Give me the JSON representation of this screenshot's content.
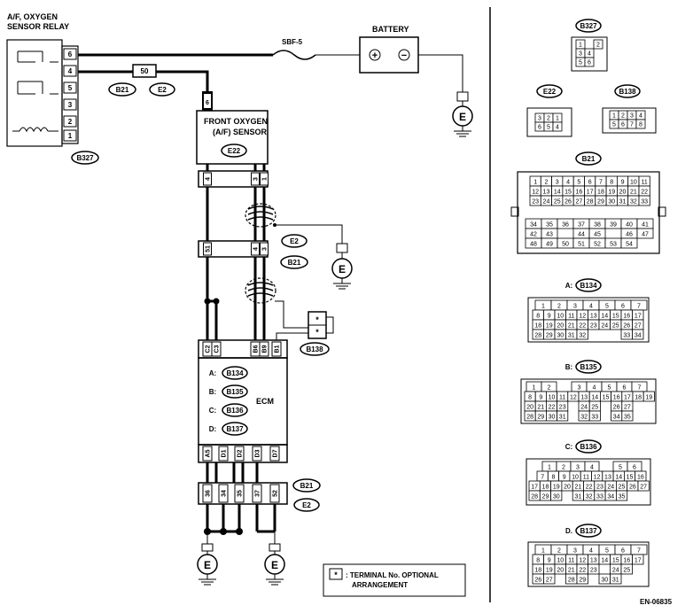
{
  "relay": {
    "title_line1": "A/F, OXYGEN",
    "title_line2": "SENSOR RELAY",
    "pins": [
      "6",
      "4",
      "5",
      "3",
      "2",
      "1"
    ],
    "connector": "B327"
  },
  "fuse": {
    "label": "SBF-5"
  },
  "battery": {
    "label": "BATTERY",
    "plus": "+",
    "minus": "−"
  },
  "ground_symbol": "E",
  "junction": {
    "num": "50",
    "conn_a": "B21",
    "conn_b": "E2"
  },
  "e22_plug_pin": "6",
  "sensor": {
    "line1": "FRONT OXYGEN",
    "line2": "(A/F) SENSOR",
    "connector": "E22"
  },
  "strip1": {
    "pins": [
      "4",
      "3",
      "1"
    ]
  },
  "shield_conn_a": "E2",
  "strip2": {
    "pins": [
      "51",
      "4",
      "3"
    ]
  },
  "shield_conn_b": "B21",
  "optional_plug": {
    "pins": [
      "*",
      "*"
    ],
    "connector": "B138"
  },
  "ecm": {
    "title": "ECM",
    "top_pins": [
      "C2",
      "C3",
      "B6",
      "B9",
      "B1"
    ],
    "rows": [
      {
        "prefix": "A:",
        "conn": "B134"
      },
      {
        "prefix": "B:",
        "conn": "B135"
      },
      {
        "prefix": "C:",
        "conn": "B136"
      },
      {
        "prefix": "D:",
        "conn": "B137"
      }
    ],
    "bottom_pins": [
      "A5",
      "D1",
      "D2",
      "D3",
      "D7"
    ]
  },
  "bottom_strip": {
    "pins": [
      "36",
      "34",
      "35",
      "37",
      "52"
    ],
    "conn_a": "B21",
    "conn_b": "E2"
  },
  "legend": {
    "star": "*",
    "line1": ": TERMINAL No. OPTIONAL",
    "line2": "ARRANGEMENT"
  },
  "figure_code": "EN-06835",
  "right": {
    "b327": {
      "name": "B327",
      "rows": [
        [
          "1",
          "",
          "2"
        ],
        [
          "3",
          "4"
        ],
        [
          "5",
          "6"
        ]
      ]
    },
    "e22": {
      "name": "E22",
      "rows": [
        [
          "3",
          "2",
          "1"
        ],
        [
          "6",
          "5",
          "4"
        ]
      ]
    },
    "b138": {
      "name": "B138",
      "rows": [
        [
          "1",
          "2",
          "3",
          "4"
        ],
        [
          "5",
          "6",
          "7",
          "8"
        ]
      ]
    },
    "b21": {
      "name": "B21",
      "rows_top": [
        [
          "1",
          "2",
          "3",
          "4",
          "5",
          "6",
          "7",
          "8",
          "9",
          "10",
          "11"
        ],
        [
          "12",
          "13",
          "14",
          "15",
          "16",
          "17",
          "18",
          "19",
          "20",
          "21",
          "22"
        ],
        [
          "23",
          "24",
          "25",
          "26",
          "27",
          "28",
          "29",
          "30",
          "31",
          "32",
          "33"
        ]
      ],
      "rows_bot": [
        [
          "34",
          "35",
          "36",
          "37",
          "38",
          "39",
          "40",
          "41"
        ],
        [
          "42",
          "43",
          "",
          "44",
          "45",
          "",
          "46",
          "47"
        ],
        [
          "48",
          "49",
          "50",
          "51",
          "52",
          "53",
          "54"
        ]
      ]
    },
    "b134": {
      "prefix": "A:",
      "name": "B134",
      "rows": [
        [
          "1",
          "2",
          "3",
          "4",
          "5",
          "6",
          "7"
        ],
        [
          "8",
          "9",
          "10",
          "11",
          "12",
          "13",
          "14",
          "15",
          "16",
          "17"
        ],
        [
          "18",
          "19",
          "20",
          "21",
          "22",
          "23",
          "24",
          "25",
          "26",
          "27"
        ],
        [
          "28",
          "29",
          "30",
          "31",
          "32",
          "",
          "",
          "",
          "33",
          "34"
        ]
      ]
    },
    "b135": {
      "prefix": "B:",
      "name": "B135",
      "rows": [
        [
          "1",
          "2",
          "",
          "3",
          "4",
          "5",
          "6",
          "7"
        ],
        [
          "8",
          "9",
          "10",
          "11",
          "12",
          "13",
          "14",
          "15",
          "16",
          "17",
          "18",
          "19"
        ],
        [
          "20",
          "21",
          "22",
          "23",
          "",
          "24",
          "25",
          "",
          "26",
          "27"
        ],
        [
          "28",
          "29",
          "30",
          "31",
          "",
          "32",
          "33",
          "",
          "34",
          "35"
        ]
      ]
    },
    "b136": {
      "prefix": "C:",
      "name": "B136",
      "rows": [
        [
          "1",
          "2",
          "3",
          "4",
          "",
          "5",
          "6"
        ],
        [
          "7",
          "8",
          "9",
          "10",
          "11",
          "12",
          "13",
          "14",
          "15",
          "16"
        ],
        [
          "17",
          "18",
          "19",
          "20",
          "21",
          "22",
          "23",
          "24",
          "25",
          "26",
          "27"
        ],
        [
          "28",
          "29",
          "30",
          "",
          "31",
          "32",
          "33",
          "34",
          "35"
        ]
      ]
    },
    "b137": {
      "prefix": "D.",
      "name": "B137",
      "rows": [
        [
          "1",
          "2",
          "3",
          "4",
          "5",
          "6",
          "7"
        ],
        [
          "8",
          "9",
          "10",
          "11",
          "12",
          "13",
          "14",
          "15",
          "16",
          "17"
        ],
        [
          "18",
          "19",
          "20",
          "21",
          "22",
          "23",
          "",
          "24",
          "25"
        ],
        [
          "26",
          "27",
          "",
          "28",
          "29",
          "",
          "30",
          "31"
        ]
      ]
    }
  }
}
